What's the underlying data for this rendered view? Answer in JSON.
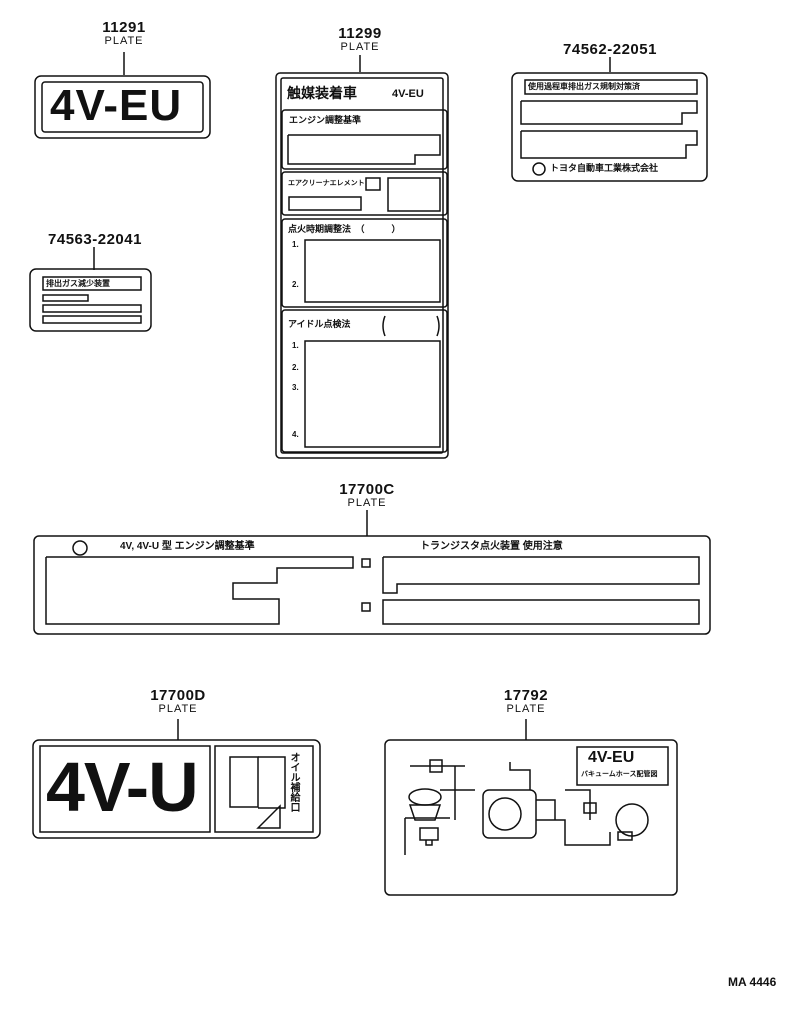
{
  "footer_code": "MA 4446",
  "plate_word": "PLATE",
  "parts": [
    {
      "number": "11291",
      "name": "PLATE",
      "text": "4V-EU"
    },
    {
      "number": "11299",
      "name": "PLATE",
      "header": "触媒装着車",
      "header_code": "4V-EU",
      "sections": [
        "エンジン調整基準",
        "エアクリーナエレメント",
        "点火時期調整法　（　　　）",
        "アイドル点検法"
      ],
      "steps_ignition": [
        "1.",
        "2."
      ],
      "steps_idle": [
        "1.",
        "2.",
        "3.",
        "4."
      ]
    },
    {
      "number": "74562-22051",
      "name": "PLATE",
      "title": "使用過程車排出ガス規制対策済",
      "maker": "トヨタ自動車工業株式会社"
    },
    {
      "number": "74563-22041",
      "name": "PLATE",
      "title": "排出ガス減少装置"
    },
    {
      "number": "17700C",
      "name": "PLATE",
      "left_title": "4V, 4V-U 型 エンジン調整基準",
      "right_title": "トランジスタ点火装置 使用注意"
    },
    {
      "number": "17700D",
      "name": "PLATE",
      "text": "4V-U",
      "oil_label": "オイル補給口"
    },
    {
      "number": "17792",
      "name": "PLATE",
      "text": "4V-EU",
      "caption": "バキュームホース配管図"
    }
  ]
}
